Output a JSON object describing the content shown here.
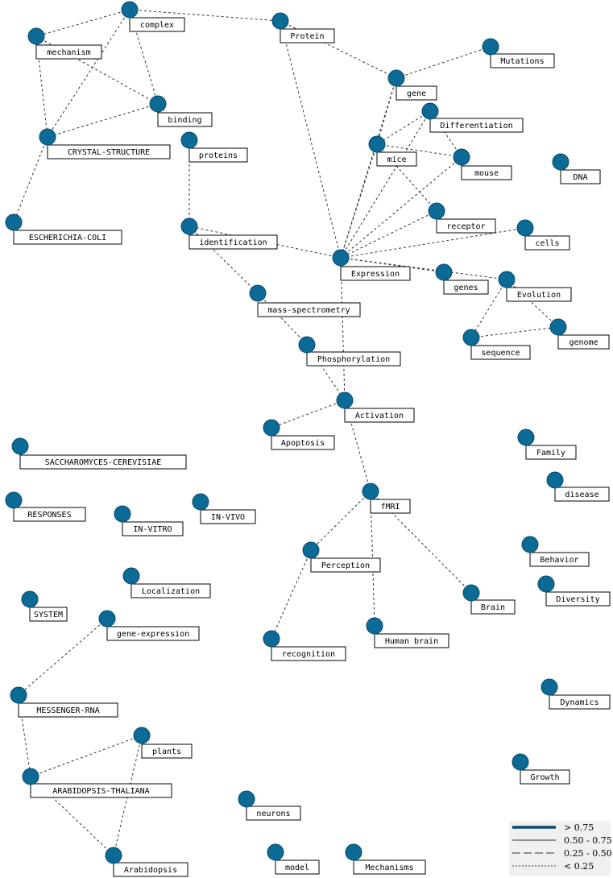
{
  "diagram": {
    "type": "keyword co-occurrence network",
    "colors": {
      "node_fill": "#0b6a96",
      "node_stroke": "#064a6c",
      "edge": "#333333",
      "label_border": "#000000",
      "legend_bg": "#f0f0f0"
    },
    "nodes": [
      {
        "id": "complex",
        "label": "complex"
      },
      {
        "id": "mechanism",
        "label": "mechanism"
      },
      {
        "id": "protein",
        "label": "Protein"
      },
      {
        "id": "mutations",
        "label": "Mutations"
      },
      {
        "id": "gene",
        "label": "gene"
      },
      {
        "id": "binding",
        "label": "binding"
      },
      {
        "id": "differentiation",
        "label": "Differentiation"
      },
      {
        "id": "crystal",
        "label": "CRYSTAL-STRUCTURE"
      },
      {
        "id": "proteins",
        "label": "proteins"
      },
      {
        "id": "mice",
        "label": "mice"
      },
      {
        "id": "mouse",
        "label": "mouse"
      },
      {
        "id": "dna",
        "label": "DNA"
      },
      {
        "id": "ecoli",
        "label": "ESCHERICHIA-COLI"
      },
      {
        "id": "receptor",
        "label": "receptor"
      },
      {
        "id": "identification",
        "label": "identification"
      },
      {
        "id": "cells",
        "label": "cells"
      },
      {
        "id": "expression",
        "label": "Expression"
      },
      {
        "id": "genes",
        "label": "genes"
      },
      {
        "id": "evolution",
        "label": "Evolution"
      },
      {
        "id": "massspec",
        "label": "mass-spectrometry"
      },
      {
        "id": "genome",
        "label": "genome"
      },
      {
        "id": "sequence",
        "label": "sequence"
      },
      {
        "id": "phosphorylation",
        "label": "Phosphorylation"
      },
      {
        "id": "activation",
        "label": "Activation"
      },
      {
        "id": "apoptosis",
        "label": "Apoptosis"
      },
      {
        "id": "saccharomyces",
        "label": "SACCHAROMYCES-CEREVISIAE"
      },
      {
        "id": "family",
        "label": "Family"
      },
      {
        "id": "disease",
        "label": "disease"
      },
      {
        "id": "fmri",
        "label": "fMRI"
      },
      {
        "id": "responses",
        "label": "RESPONSES"
      },
      {
        "id": "invitro",
        "label": "IN-VITRO"
      },
      {
        "id": "invivo",
        "label": "IN-VIVO"
      },
      {
        "id": "perception",
        "label": "Perception"
      },
      {
        "id": "behavior",
        "label": "Behavior"
      },
      {
        "id": "localization",
        "label": "Localization"
      },
      {
        "id": "brain",
        "label": "Brain"
      },
      {
        "id": "diversity",
        "label": "Diversity"
      },
      {
        "id": "system",
        "label": "SYSTEM"
      },
      {
        "id": "geneexpression",
        "label": "gene-expression"
      },
      {
        "id": "humanbrain",
        "label": "Human brain"
      },
      {
        "id": "recognition",
        "label": "recognition"
      },
      {
        "id": "messengerrna",
        "label": "MESSENGER-RNA"
      },
      {
        "id": "dynamics",
        "label": "Dynamics"
      },
      {
        "id": "plants",
        "label": "plants"
      },
      {
        "id": "growth",
        "label": "Growth"
      },
      {
        "id": "arabidopsisthaliana",
        "label": "ARABIDOPSIS-THALIANA"
      },
      {
        "id": "neurons",
        "label": "neurons"
      },
      {
        "id": "arabidopsis",
        "label": "Arabidopsis"
      },
      {
        "id": "model",
        "label": "model"
      },
      {
        "id": "mechanisms",
        "label": "Mechanisms"
      }
    ],
    "edges": [
      {
        "source": "complex",
        "target": "mechanism",
        "strength": "< 0.25"
      },
      {
        "source": "complex",
        "target": "protein",
        "strength": "< 0.25"
      },
      {
        "source": "complex",
        "target": "binding",
        "strength": "< 0.25"
      },
      {
        "source": "complex",
        "target": "crystal",
        "strength": "< 0.25"
      },
      {
        "source": "mechanism",
        "target": "crystal",
        "strength": "< 0.25"
      },
      {
        "source": "mechanism",
        "target": "binding",
        "strength": "< 0.25"
      },
      {
        "source": "binding",
        "target": "crystal",
        "strength": "< 0.25"
      },
      {
        "source": "crystal",
        "target": "ecoli",
        "strength": "< 0.25"
      },
      {
        "source": "protein",
        "target": "gene",
        "strength": "< 0.25"
      },
      {
        "source": "protein",
        "target": "expression",
        "strength": "< 0.25"
      },
      {
        "source": "gene",
        "target": "mutations",
        "strength": "< 0.25"
      },
      {
        "source": "gene",
        "target": "mice",
        "strength": "< 0.25"
      },
      {
        "source": "gene",
        "target": "expression",
        "strength": "< 0.25"
      },
      {
        "source": "differentiation",
        "target": "mice",
        "strength": "< 0.25"
      },
      {
        "source": "differentiation",
        "target": "mouse",
        "strength": "< 0.25"
      },
      {
        "source": "differentiation",
        "target": "expression",
        "strength": "< 0.25"
      },
      {
        "source": "mice",
        "target": "mouse",
        "strength": "< 0.25"
      },
      {
        "source": "mice",
        "target": "receptor",
        "strength": "< 0.25"
      },
      {
        "source": "mice",
        "target": "expression",
        "strength": "< 0.25"
      },
      {
        "source": "mouse",
        "target": "expression",
        "strength": "< 0.25"
      },
      {
        "source": "receptor",
        "target": "expression",
        "strength": "< 0.25"
      },
      {
        "source": "cells",
        "target": "expression",
        "strength": "< 0.25"
      },
      {
        "source": "expression",
        "target": "genes",
        "strength": "< 0.25"
      },
      {
        "source": "expression",
        "target": "evolution",
        "strength": "< 0.25"
      },
      {
        "source": "expression",
        "target": "identification",
        "strength": "< 0.25"
      },
      {
        "source": "expression",
        "target": "activation",
        "strength": "< 0.25"
      },
      {
        "source": "proteins",
        "target": "identification",
        "strength": "< 0.25"
      },
      {
        "source": "identification",
        "target": "massspec",
        "strength": "< 0.25"
      },
      {
        "source": "massspec",
        "target": "phosphorylation",
        "strength": "< 0.25"
      },
      {
        "source": "phosphorylation",
        "target": "activation",
        "strength": "< 0.25"
      },
      {
        "source": "evolution",
        "target": "sequence",
        "strength": "< 0.25"
      },
      {
        "source": "evolution",
        "target": "genome",
        "strength": "< 0.25"
      },
      {
        "source": "sequence",
        "target": "genome",
        "strength": "< 0.25"
      },
      {
        "source": "activation",
        "target": "apoptosis",
        "strength": "< 0.25"
      },
      {
        "source": "activation",
        "target": "fmri",
        "strength": "< 0.25"
      },
      {
        "source": "fmri",
        "target": "perception",
        "strength": "< 0.25"
      },
      {
        "source": "fmri",
        "target": "brain",
        "strength": "< 0.25"
      },
      {
        "source": "fmri",
        "target": "humanbrain",
        "strength": "< 0.25"
      },
      {
        "source": "perception",
        "target": "recognition",
        "strength": "< 0.25"
      },
      {
        "source": "geneexpression",
        "target": "messengerrna",
        "strength": "< 0.25"
      },
      {
        "source": "messengerrna",
        "target": "arabidopsisthaliana",
        "strength": "< 0.25"
      },
      {
        "source": "arabidopsisthaliana",
        "target": "plants",
        "strength": "< 0.25"
      },
      {
        "source": "arabidopsisthaliana",
        "target": "arabidopsis",
        "strength": "< 0.25"
      },
      {
        "source": "plants",
        "target": "arabidopsis",
        "strength": "< 0.25"
      }
    ]
  },
  "legend": {
    "items": [
      {
        "label": "> 0.75",
        "style": "solid-thick"
      },
      {
        "label": "0.50 - 0.75",
        "style": "solid-thin"
      },
      {
        "label": "0.25 - 0.50",
        "style": "long-dash"
      },
      {
        "label": "< 0.25",
        "style": "short-dash"
      }
    ]
  }
}
